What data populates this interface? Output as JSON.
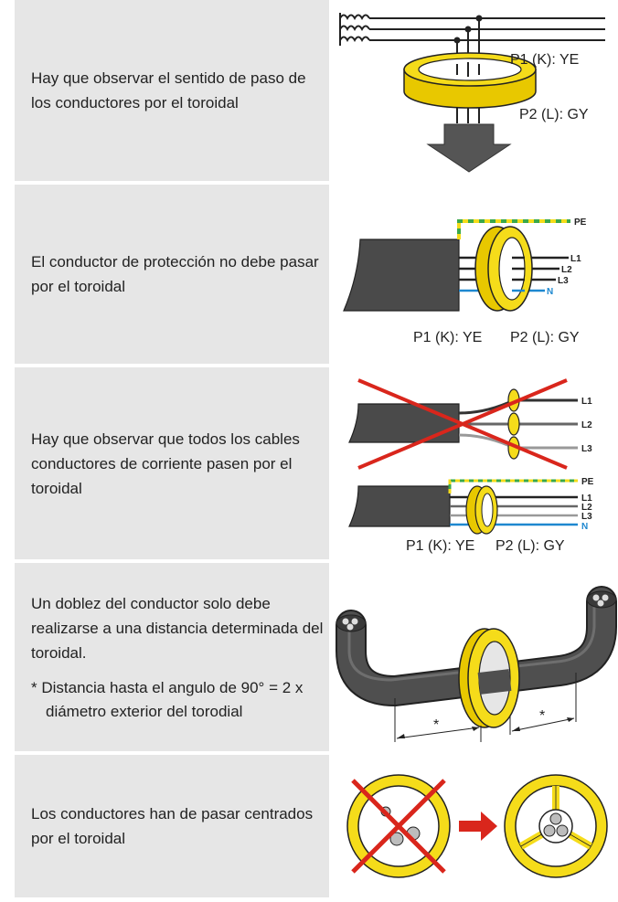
{
  "rows": [
    {
      "text": "Hay que observar el sentido de paso de los conductores por el toroidal"
    },
    {
      "text": "El conductor de protección no debe pasar por el toroidal"
    },
    {
      "text": "Hay que observar que todos los cables conductores de corriente pasen por el toroidal"
    },
    {
      "text": "Un doblez del conductor solo debe realizarse a una distancia determinada del toroidal.",
      "note": "* Distancia hasta el angulo de 90° = 2 x diámetro exterior del torodial"
    },
    {
      "text": "Los conductores han de pasar centrados por el toroidal"
    }
  ],
  "labels": {
    "p1": "P1 (K): YE",
    "p2": "P2 (L): GY",
    "pe": "PE",
    "l1": "L1",
    "l2": "L2",
    "l3": "L3",
    "n": "N",
    "star": "*"
  },
  "colors": {
    "row_bg": "#e6e6e6",
    "toroid_yellow": "#f5dc1a",
    "cable_dark": "#4a4a4a",
    "cross_red": "#d9261c",
    "neutral_blue": "#1e88d0",
    "pe_green": "#3aa84a"
  },
  "icons": [
    "toroid-coil-diagram",
    "protective-conductor-diagram",
    "all-conductors-diagram",
    "cable-bend-diagram",
    "centered-conductors-diagram"
  ]
}
